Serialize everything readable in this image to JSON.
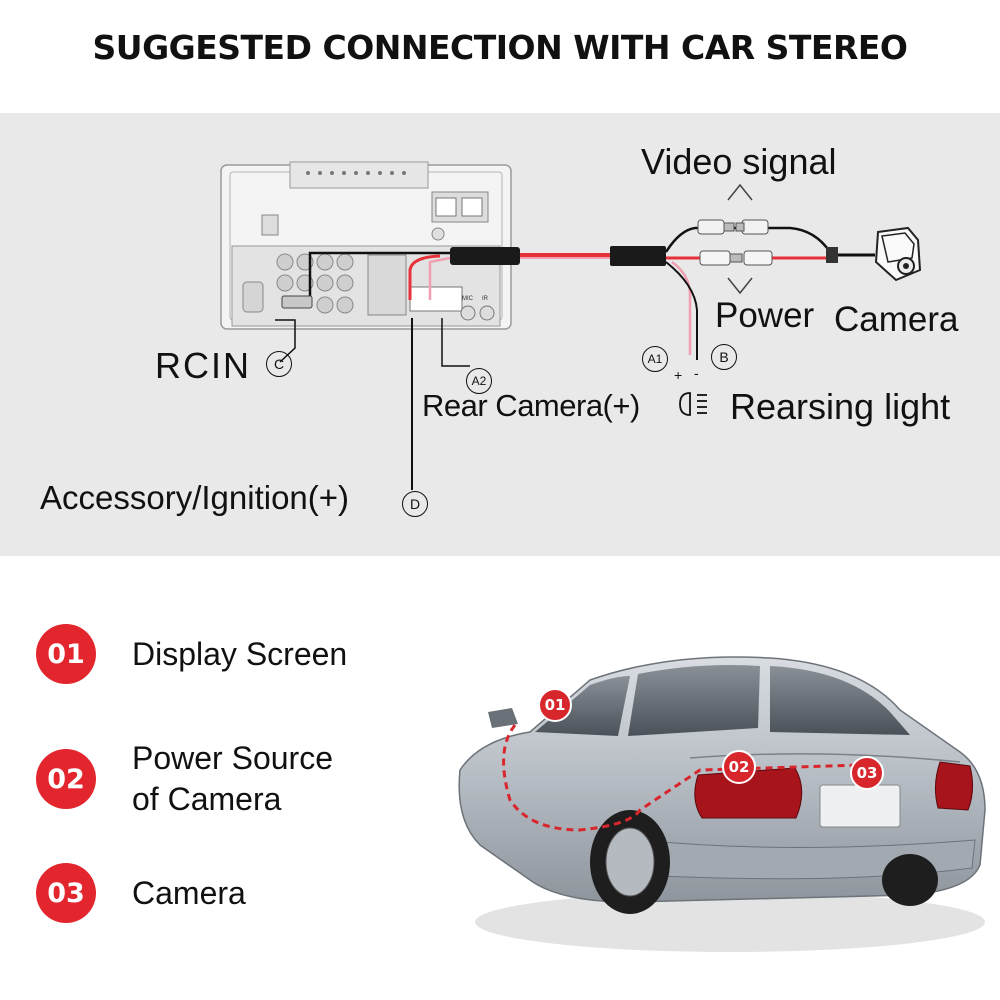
{
  "title": "SUGGESTED CONNECTION WITH CAR STEREO",
  "diagram": {
    "video_signal": "Video signal",
    "power": "Power",
    "camera": "Camera",
    "rcin": "RCIN",
    "rcin_marker": "C",
    "a1_marker": "A1",
    "b_marker": "B",
    "a2_marker": "A2",
    "plus": "+",
    "minus": "-",
    "rear_camera": "Rear Camera(+)",
    "reversing_light": "Rearsing light",
    "accessory": "Accessory/Ignition(+)",
    "d_marker": "D",
    "stereo_labels": {
      "mic": "MIC",
      "ir": "IR"
    }
  },
  "legend": [
    {
      "num": "01",
      "text": "Display Screen"
    },
    {
      "num": "02",
      "text_line1": "Power Source",
      "text_line2": "of Camera"
    },
    {
      "num": "03",
      "text": "Camera"
    }
  ],
  "car_badges": [
    "01",
    "02",
    "03"
  ],
  "colors": {
    "accent": "#e3262e",
    "panel": "#e9e9e9",
    "wire_red": "#e8323a",
    "wire_pink": "#f0a0b0"
  }
}
